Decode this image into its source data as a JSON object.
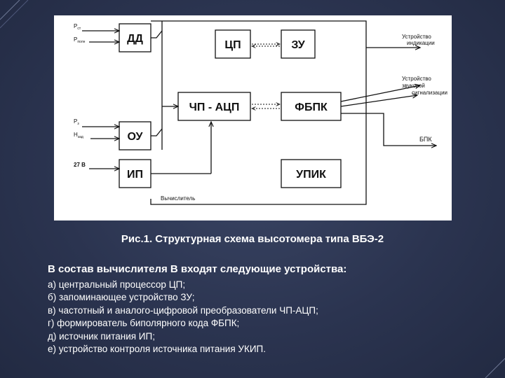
{
  "diagram": {
    "blocks": {
      "dd": "ДД",
      "cp": "ЦП",
      "zu": "ЗУ",
      "chp_acp": "ЧП - АЦП",
      "fbpk": "ФБПК",
      "ou": "ОУ",
      "ip": "ИП",
      "upik": "УПИК"
    },
    "inputs": {
      "p_st": {
        "main": "P",
        "sub": "ст"
      },
      "p_poln": {
        "main": "P",
        "sub": "полн"
      },
      "p_z": {
        "main": "P",
        "sub": "з"
      },
      "h_zad": {
        "main": "H",
        "sub": "зад"
      },
      "power": "27 В"
    },
    "outputs": {
      "indication": [
        "Устройство",
        "индикации"
      ],
      "sound": [
        "Устройство",
        "звуковой",
        "сигнализации"
      ],
      "bpk": "БПК"
    },
    "computer_label": "Вычислитель"
  },
  "caption": "Рис.1. Структурная схема высотомера типа ВБЭ-2",
  "intro": "В состав вычислителя В входят следующие устройства:",
  "items": [
    "а) центральный процессор ЦП;",
    "б) запоминающее устройство ЗУ;",
    "в) частотный и аналого-цифровой преобразователи ЧП-АЦП;",
    "г) формирователь биполярного кода ФБПК;",
    "д) источник питания ИП;",
    "е) устройство контроля источника питания УКИП."
  ]
}
